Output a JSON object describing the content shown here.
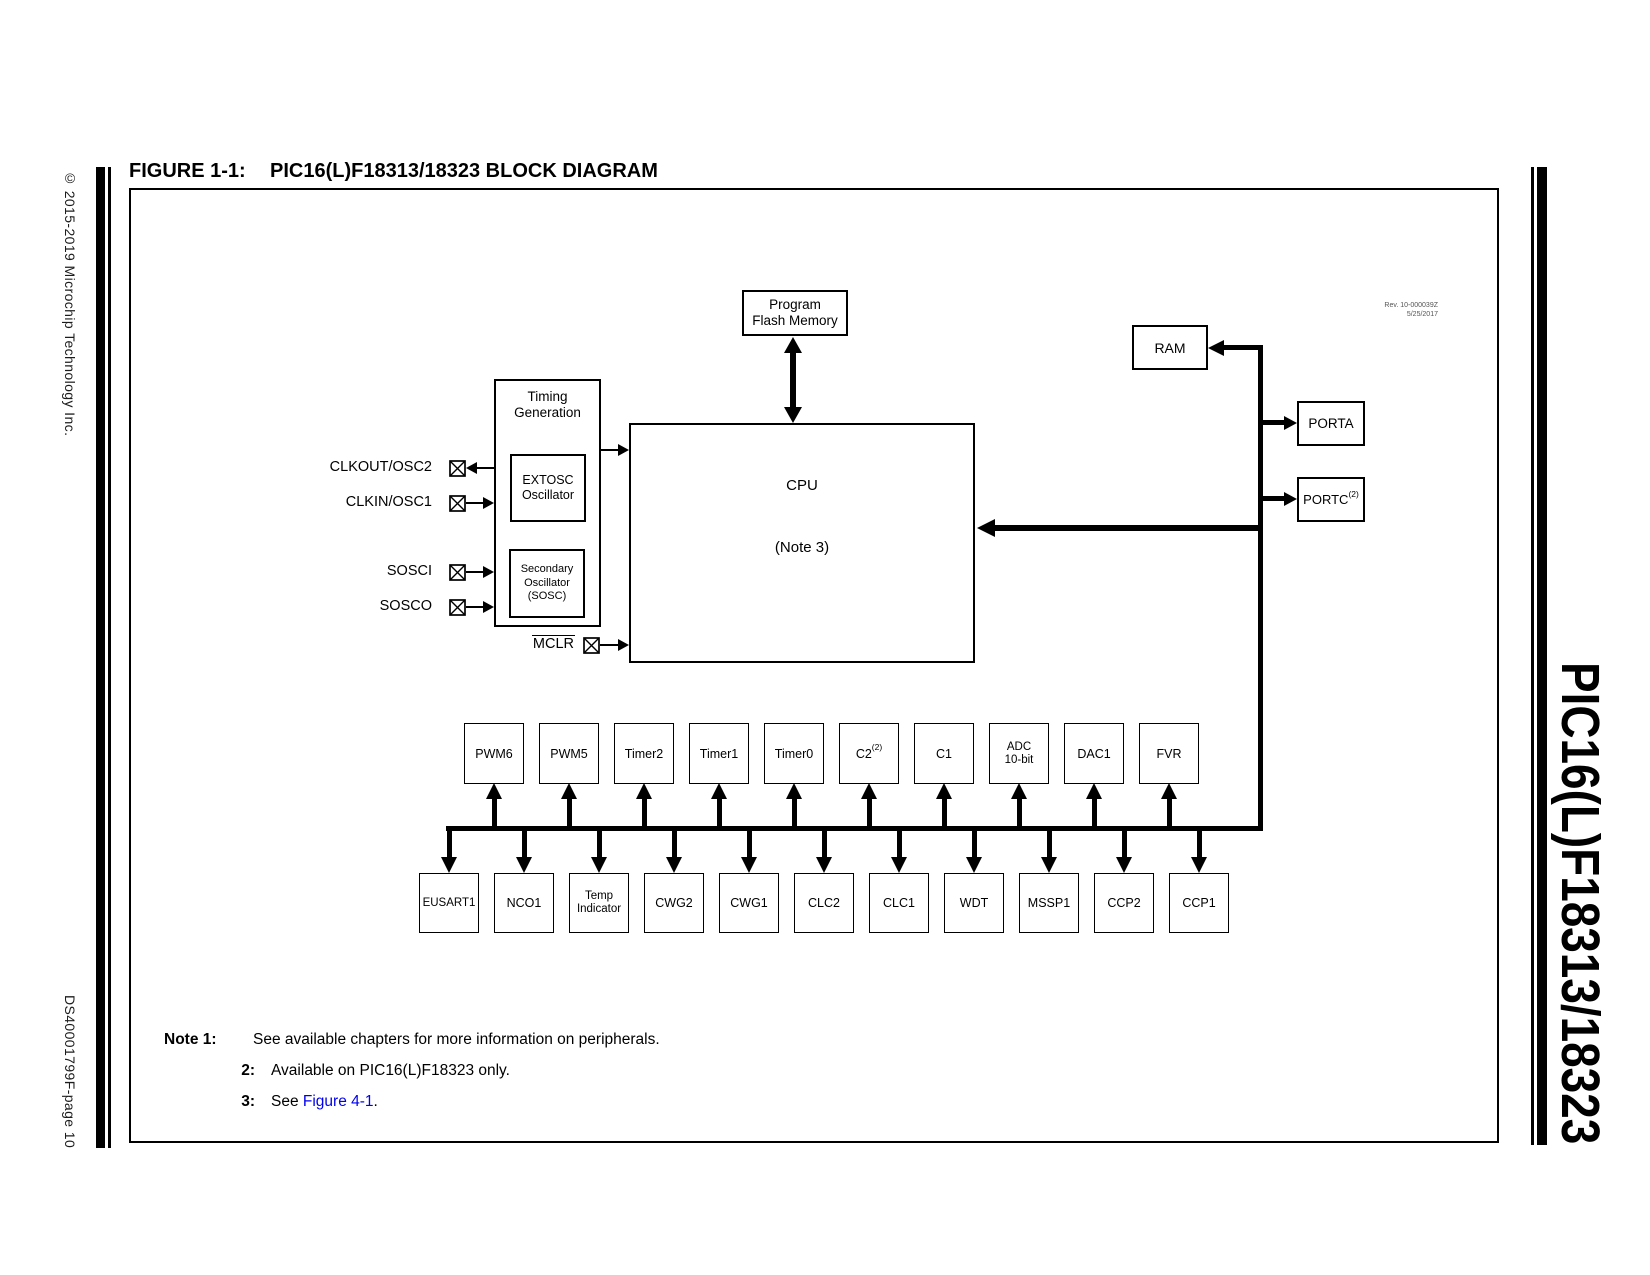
{
  "page": {
    "left_margin": {
      "copyright": "© 2015-2019 Microchip Technology Inc.",
      "doc_page": "DS40001799F-page 10"
    },
    "right_margin": {
      "part_number": "PIC16(L)F18313/18323"
    }
  },
  "figure": {
    "label": "FIGURE 1-1:",
    "title": "PIC16(L)F18313/18323 BLOCK DIAGRAM",
    "rev": {
      "line1": "Rev. 10-000039Z",
      "line2": "5/25/2017"
    }
  },
  "diagram": {
    "blocks": {
      "program_flash": {
        "line1": "Program",
        "line2": "Flash Memory"
      },
      "cpu": {
        "title": "CPU",
        "note": "(Note 3)"
      },
      "timing": {
        "line1": "Timing",
        "line2": "Generation"
      },
      "extosc": {
        "line1": "EXTOSC",
        "line2": "Oscillator"
      },
      "sosc": {
        "line1": "Secondary",
        "line2": "Oscillator",
        "line3": "(SOSC)"
      },
      "ram": "RAM",
      "porta": "PORTA",
      "portc": {
        "label": "PORTC",
        "sup": "(2)"
      }
    },
    "pins": {
      "clkout": "CLKOUT/OSC2",
      "clkin": "CLKIN/OSC1",
      "sosci": "SOSCI",
      "sosco": "SOSCO",
      "mclr": "MCLR"
    },
    "peripherals_row1": [
      {
        "label": "PWM6"
      },
      {
        "label": "PWM5"
      },
      {
        "label": "Timer2"
      },
      {
        "label": "Timer1"
      },
      {
        "label": "Timer0"
      },
      {
        "label": "C2",
        "sup": "(2)"
      },
      {
        "label": "C1"
      },
      {
        "label": "ADC",
        "line2": "10-bit"
      },
      {
        "label": "DAC1"
      },
      {
        "label": "FVR"
      }
    ],
    "peripherals_row2": [
      {
        "label": "EUSART1"
      },
      {
        "label": "NCO1"
      },
      {
        "label": "Temp",
        "line2": "Indicator"
      },
      {
        "label": "CWG2"
      },
      {
        "label": "CWG1"
      },
      {
        "label": "CLC2"
      },
      {
        "label": "CLC1"
      },
      {
        "label": "WDT"
      },
      {
        "label": "MSSP1"
      },
      {
        "label": "CCP2"
      },
      {
        "label": "CCP1"
      }
    ]
  },
  "notes": {
    "note1_label": "Note 1:",
    "note1_text": "See available chapters for more information on peripherals.",
    "note2_label": "2:",
    "note2_text": "Available on PIC16(L)F18323 only.",
    "note3_label": "3:",
    "note3_pre": "See ",
    "note3_link": "Figure 4-1",
    "note3_post": "."
  },
  "colors": {
    "ink": "#000000",
    "link": "#0000ee"
  }
}
